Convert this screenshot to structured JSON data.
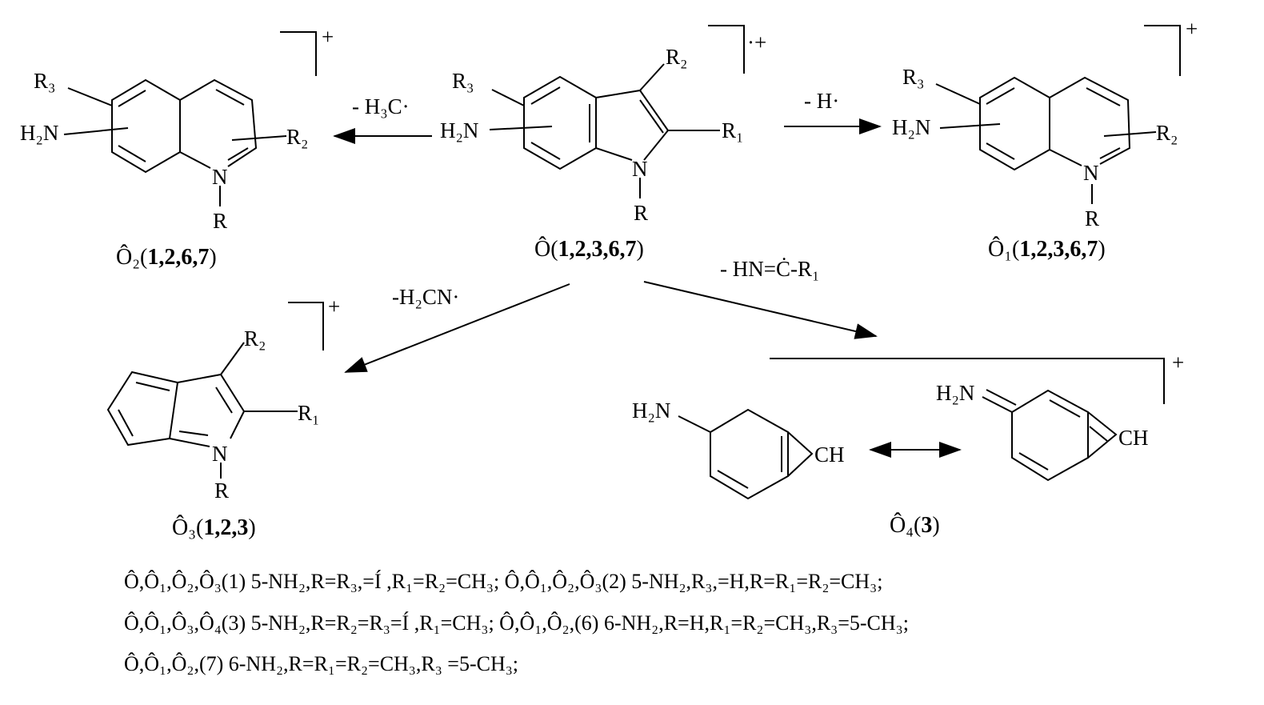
{
  "atoms": {
    "r": "R",
    "r1": "R₁",
    "r2": "R₂",
    "r3": "R₃",
    "n": "N",
    "h2n": "H₂N",
    "ch": "CH",
    "plus": "+",
    "radical_plus": "·+"
  },
  "compounds": {
    "parent": {
      "prefix": "Ô(",
      "nums": "1,2,3,6,7",
      "suffix": ")"
    },
    "o1": {
      "prefix": "Ô₁(",
      "nums": "1,2,3,6,7",
      "suffix": ")"
    },
    "o2": {
      "prefix": "Ô₂(",
      "nums": "1,2,6,7",
      "suffix": ")"
    },
    "o3": {
      "prefix": "Ô₃(",
      "nums": "1,2,3",
      "suffix": ")"
    },
    "o4": {
      "prefix": "Ô₄(",
      "nums": "3",
      "suffix": ")"
    }
  },
  "losses": {
    "ch3": "- H₃C·",
    "h": "- H·",
    "h2cn": "-H₂CN·",
    "hncr1": "- HN=Ċ-R₁"
  },
  "footnotes": [
    "Ô,Ô₁,Ô₂,Ô₃(1) 5-NH₂,R=R₃,=Í ,R₁=R₂=CH₃;  Ô,Ô₁,Ô₂,Ô₃(2) 5-NH₂,R₃,=H,R=R₁=R₂=CH₃;",
    "Ô,Ô₁,Ô₃,Ô₄(3) 5-NH₂,R=R₂=R₃=Í ,R₁=CH₃;  Ô,Ô₁,Ô₂,(6) 6-NH₂,R=H,R₁=R₂=CH₃,R₃=5-CH₃;",
    "Ô,Ô₁,Ô₂,(7) 6-NH₂,R=R₁=R₂=CH₃,R₃ =5-CH₃;"
  ]
}
